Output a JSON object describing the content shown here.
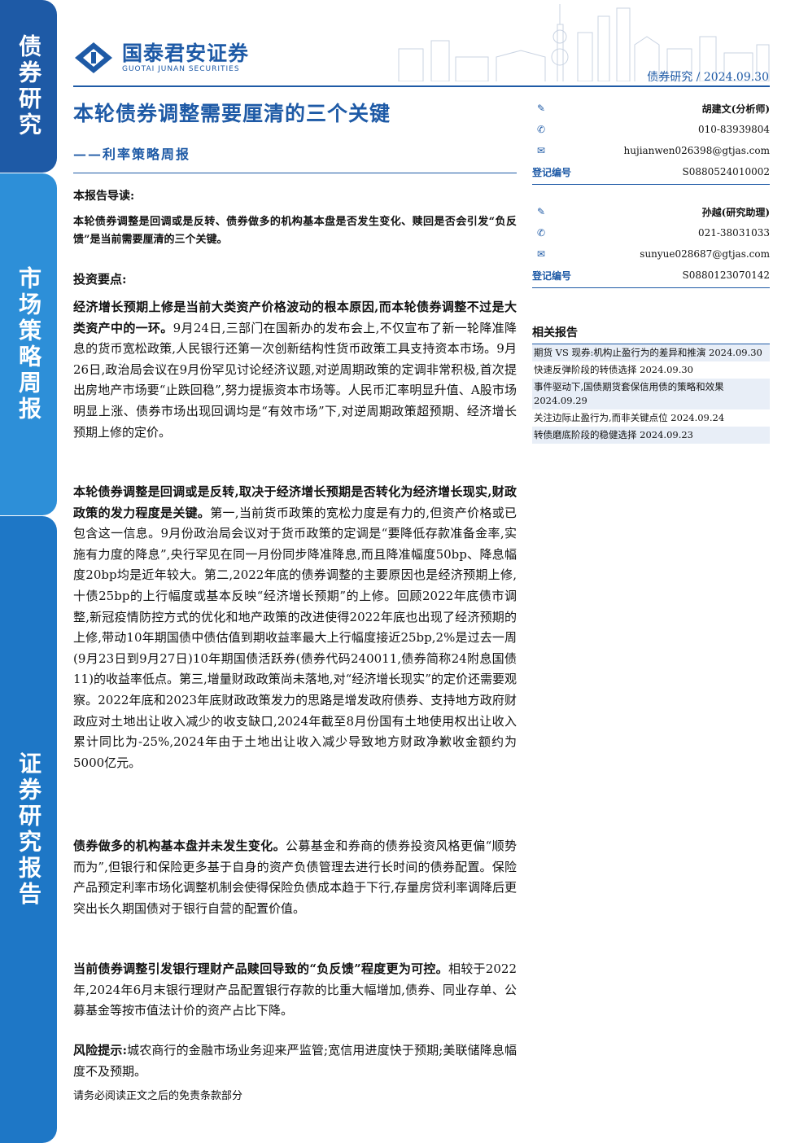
{
  "side_tabs": [
    "债券研究",
    "市场策略周报",
    "证券研究报告"
  ],
  "header": {
    "logo_cn": "国泰君安证券",
    "logo_en": "GUOTAI JUNAN SECURITIES",
    "category": "债券研究",
    "date": "2024.09.30"
  },
  "title": "本轮债券调整需要厘清的三个关键",
  "subtitle": "——利率策略周报",
  "guide": {
    "heading": "本报告导读:",
    "text": "本轮债券调整是回调或是反转、债券做多的机构基本盘是否发生变化、赎回是否会引发“负反馈”是当前需要厘清的三个关键。"
  },
  "points_heading": "投资要点:",
  "paragraphs": [
    {
      "bold": "经济增长预期上修是当前大类资产价格波动的根本原因,而本轮债券调整不过是大类资产中的一环。",
      "text": "9月24日,三部门在国新办的发布会上,不仅宣布了新一轮降准降息的货币宽松政策,人民银行还第一次创新结构性货币政策工具支持资本市场。9月26日,政治局会议在9月份罕见讨论经济议题,对逆周期政策的定调非常积极,首次提出房地产市场要“止跌回稳”,努力提振资本市场等。人民币汇率明显升值、A股市场明显上涨、债券市场出现回调均是“有效市场”下,对逆周期政策超预期、经济增长预期上修的定价。"
    },
    {
      "bold": "本轮债券调整是回调或是反转,取决于经济增长预期是否转化为经济增长现实,财政政策的发力程度是关键。",
      "text": "第一,当前货币政策的宽松力度是有力的,但资产价格或已包含这一信息。9月份政治局会议对于货币政策的定调是“要降低存款准备金率,实施有力度的降息”,央行罕见在同一月份同步降准降息,而且降准幅度50bp、降息幅度20bp均是近年较大。第二,2022年底的债券调整的主要原因也是经济预期上修,十债25bp的上行幅度或基本反映“经济增长预期”的上修。回顾2022年底债市调整,新冠疫情防控方式的优化和地产政策的改进使得2022年底也出现了经济预期的上修,带动10年期国债中债估值到期收益率最大上行幅度接近25bp,2%是过去一周(9月23日到9月27日)10年期国债活跃券(债券代码240011,债券简称24附息国债11)的收益率低点。第三,增量财政政策尚未落地,对“经济增长现实”的定价还需要观察。2022年底和2023年底财政政策发力的思路是增发政府债券、支持地方政府财政应对土地出让收入减少的收支缺口,2024年截至8月份国有土地使用权出让收入累计同比为-25%,2024年由于土地出让收入减少导致地方财政净歉收金额约为5000亿元。"
    },
    {
      "bold": "债券做多的机构基本盘并未发生变化。",
      "text": "公募基金和券商的债券投资风格更偏“顺势而为”,但银行和保险更多基于自身的资产负债管理去进行长时间的债券配置。保险产品预定利率市场化调整机制会使得保险负债成本趋于下行,存量房贷利率调降后更突出长久期国债对于银行自营的配置价值。"
    },
    {
      "bold": "当前债券调整引发银行理财产品赎回导致的“负反馈”程度更为可控。",
      "text": "相较于2022年,2024年6月末银行理财产品配置银行存款的比重大幅增加,债券、同业存单、公募基金等按市值法计价的资产占比下降。"
    },
    {
      "bold": "风险提示:",
      "text": "城农商行的金融市场业务迎来严监管;宽信用进度快于预期;美联储降息幅度不及预期。"
    }
  ],
  "footer_note": "请务必阅读正文之后的免责条款部分",
  "analysts": [
    {
      "name": "胡建文(分析师)",
      "phone": "010-83939804",
      "email": "hujianwen026398@gtjas.com",
      "reg_label": "登记编号",
      "reg_no": "S0880524010002"
    },
    {
      "name": "孙越(研究助理)",
      "phone": "021-38031033",
      "email": "sunyue028687@gtjas.com",
      "reg_label": "登记编号",
      "reg_no": "S0880123070142"
    }
  ],
  "related": {
    "heading": "相关报告",
    "items": [
      "期货 VS 现券:机构止盈行为的差异和推演 2024.09.30",
      "快速反弹阶段的转债选择 2024.09.30",
      "事件驱动下,国债期货套保信用债的策略和效果 2024.09.29",
      "关注边际止盈行为,而非关键点位 2024.09.24",
      "转债磨底阶段的稳健选择 2024.09.23"
    ]
  },
  "colors": {
    "brand": "#1e5aa6",
    "tab_light": "#2d8fd8",
    "tab_mid": "#1e77c6"
  }
}
